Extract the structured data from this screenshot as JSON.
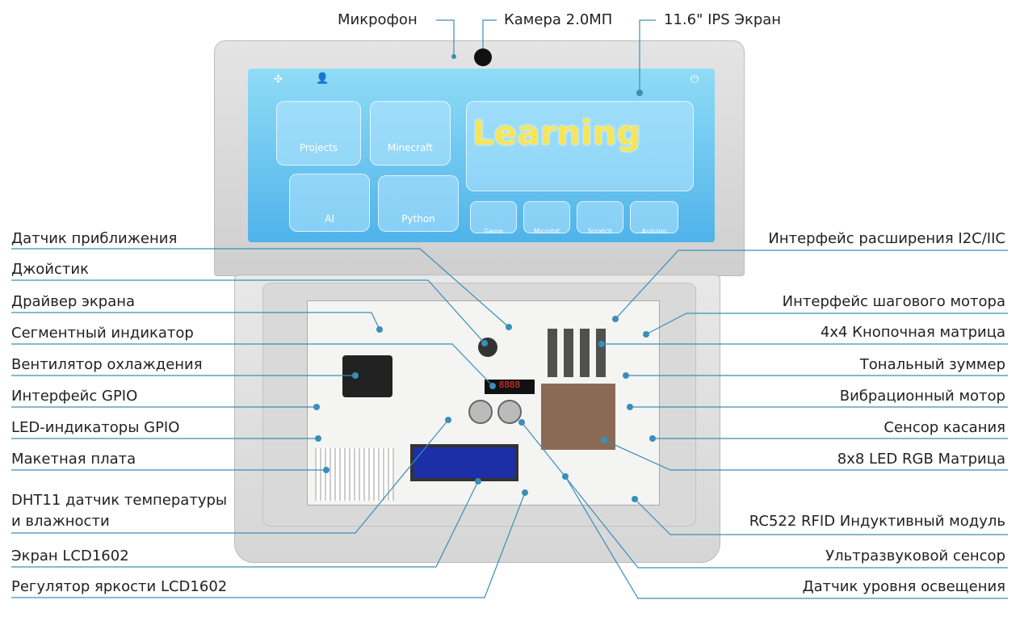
{
  "top_labels": {
    "mic": "Микрофон",
    "camera": "Камера 2.0МП",
    "screen": "11.6\" IPS Экран"
  },
  "screen_apps": {
    "projects": "Projects",
    "minecraft": "Minecraft",
    "ai": "AI",
    "python": "Python",
    "learning": "Learning",
    "game": "Game",
    "microbit": "Microbit",
    "scratch": "Scratch",
    "arduino": "Arduino"
  },
  "left_labels": [
    "Датчик приближения",
    "Джойстик",
    "Драйвер экрана",
    "Сегментный индикатор",
    "Вентилятор охлаждения",
    "Интерфейс GPIO",
    "LED-индикаторы GPIO",
    "Макетная плата",
    "DHT11 датчик температуры",
    "и влажности",
    "Экран LCD1602",
    "Регулятор яркости LCD1602"
  ],
  "right_labels": [
    "Интерфейс расширения I2C/IIC",
    "Интерфейс шагового мотора",
    "4x4 Кнопочная матрица",
    "Тональный зуммер",
    "Вибрационный мотор",
    "Сенсор касания",
    "8x8 LED RGB Матрица",
    "RC522 RFID Индуктивный модуль",
    "Ультразвуковой сенсор",
    "Датчик уровня освещения"
  ],
  "colors": {
    "line": "#3a8fb7",
    "screen": "#5dbcec"
  }
}
